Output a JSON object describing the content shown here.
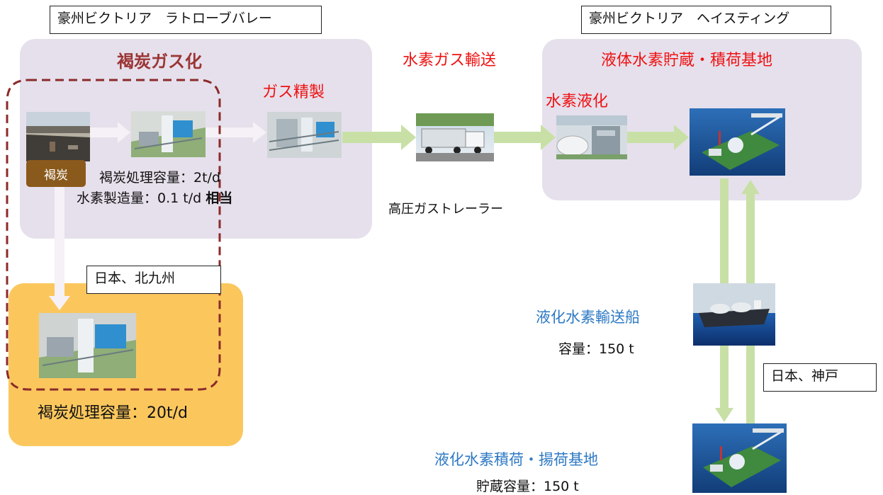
{
  "locations": {
    "latrobe": "豪州ビクトリア　ラトローブバレー",
    "hastings": "豪州ビクトリア　ヘイスティング",
    "kitakyushu": "日本、北九州",
    "kobe": "日本、神戸"
  },
  "gasification": {
    "title": "褐炭ガス化",
    "coal_label": "褐炭",
    "capacity": "褐炭処理容量：2t/d",
    "hydrogen_prefix": "水素製造量：0.1 t/d ",
    "hydrogen_suffix": "相当"
  },
  "purification": {
    "title": "ガス精製"
  },
  "transport": {
    "title": "水素ガス輸送",
    "vehicle": "高圧ガストレーラー"
  },
  "hastings_base": {
    "title": "液体水素貯蔵・積荷基地",
    "liquefaction": "水素液化"
  },
  "ship": {
    "title": "液化水素輸送船",
    "capacity": "容量：150 t"
  },
  "kobe_terminal": {
    "title": "液化水素積荷・揚荷基地",
    "capacity": "貯蔵容量：150 t"
  },
  "kitakyushu_plant": {
    "capacity": "褐炭処理容量：20t/d"
  },
  "colors": {
    "region_purple": "#e6e0ec",
    "region_orange": "#fbc75d",
    "arrow_green": "#c8e0a6",
    "arrow_white": "#f5f1f6",
    "dashed_border": "#8b2a2a",
    "title_red": "#ee1111",
    "title_brown": "#9b3535",
    "label_blue": "#2e79c4"
  }
}
